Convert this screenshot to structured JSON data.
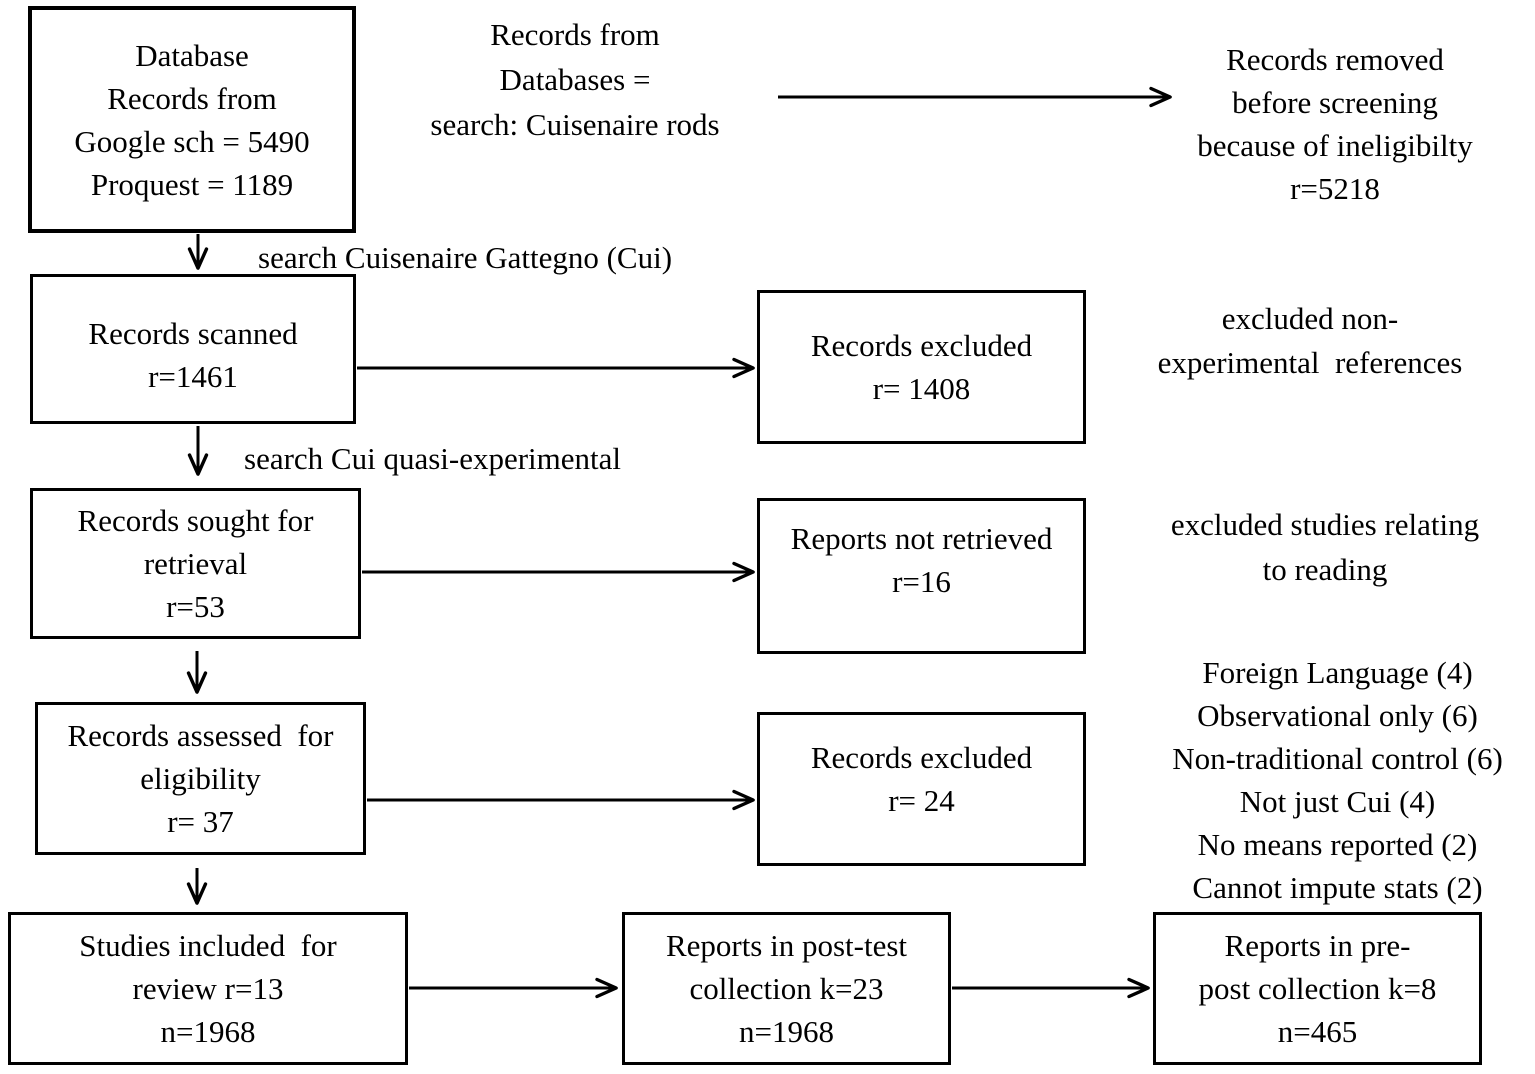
{
  "boxes": {
    "database": {
      "lines": [
        "Database",
        "Records from",
        "Google sch = 5490",
        "Proquest = 1189"
      ]
    },
    "scanned": {
      "lines": [
        "Records scanned",
        "r=1461"
      ]
    },
    "sought": {
      "lines": [
        "Records sought for",
        "retrieval",
        "r=53"
      ]
    },
    "assessed": {
      "lines": [
        "Records assessed  for",
        "eligibility",
        "r= 37"
      ]
    },
    "included": {
      "lines": [
        "Studies included  for",
        "review r=13",
        "n=1968"
      ]
    },
    "excluded_screen": {
      "lines": [
        "Records excluded",
        "r= 1408"
      ]
    },
    "not_retrieved": {
      "lines": [
        "Reports not retrieved",
        "r=16"
      ]
    },
    "excluded_elig": {
      "lines": [
        "Records excluded",
        "r= 24"
      ]
    },
    "posttest": {
      "lines": [
        "Reports in post-test",
        "collection k=23",
        "n=1968"
      ]
    },
    "prepost": {
      "lines": [
        "Reports in pre-",
        "post collection k=8",
        "n=465"
      ]
    }
  },
  "annotations": {
    "db_search": {
      "lines": [
        "Records from",
        "Databases =",
        "search: Cuisenaire rods"
      ]
    },
    "removed": {
      "lines": [
        "Records removed",
        "before screening",
        "because of ineligibilty",
        "r=5218"
      ]
    },
    "non_experimental": {
      "lines": [
        "excluded non-",
        "experimental  references"
      ]
    },
    "reading": {
      "lines": [
        "excluded studies relating",
        "to reading"
      ]
    },
    "reasons": {
      "lines": [
        "Foreign Language (4)",
        "Observational only (6)",
        "Non-traditional control (6)",
        "Not just Cui (4)",
        "No means reported (2)",
        "Cannot impute stats (2)"
      ]
    }
  },
  "arrow_labels": {
    "gattegno": "search Cuisenaire Gattegno (Cui)",
    "quasi": "search Cui quasi-experimental"
  },
  "colors": {
    "ink": "#000000",
    "background": "#ffffff"
  }
}
